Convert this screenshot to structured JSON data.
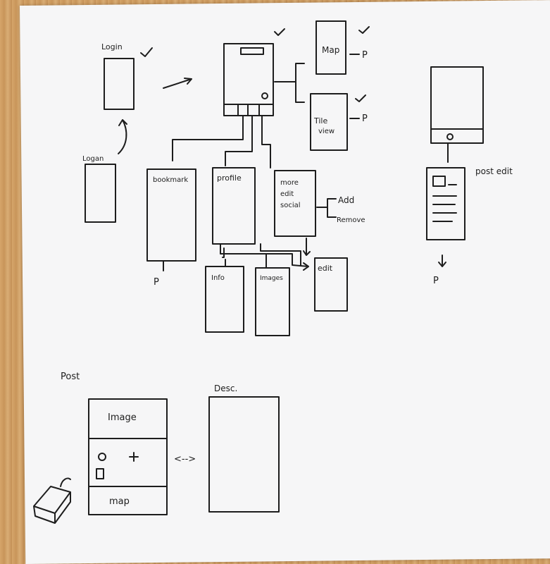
{
  "labels": {
    "login_top": "Login",
    "login_bottom": "Logan",
    "map": "Map",
    "tile_view_1": "Tile",
    "tile_view_2": "view",
    "p_map": "P",
    "p_tile": "P",
    "bookmark": "bookmark",
    "p_bookmark": "P",
    "profile": "profile",
    "more_1": "more",
    "more_2": "edit",
    "more_3": "social",
    "add": "Add",
    "remove": "Remove",
    "info": "Info",
    "images": "Images",
    "edit": "edit",
    "post_edit": "post edit",
    "p_post": "P",
    "post_title": "Post",
    "image": "Image",
    "map_bottom": "map",
    "desc": "Desc.",
    "swap_arrow": "<-->"
  },
  "colors": {
    "ink": "#1d1d1d",
    "paper": "#f6f6f7",
    "wood": "#c99a5e"
  }
}
